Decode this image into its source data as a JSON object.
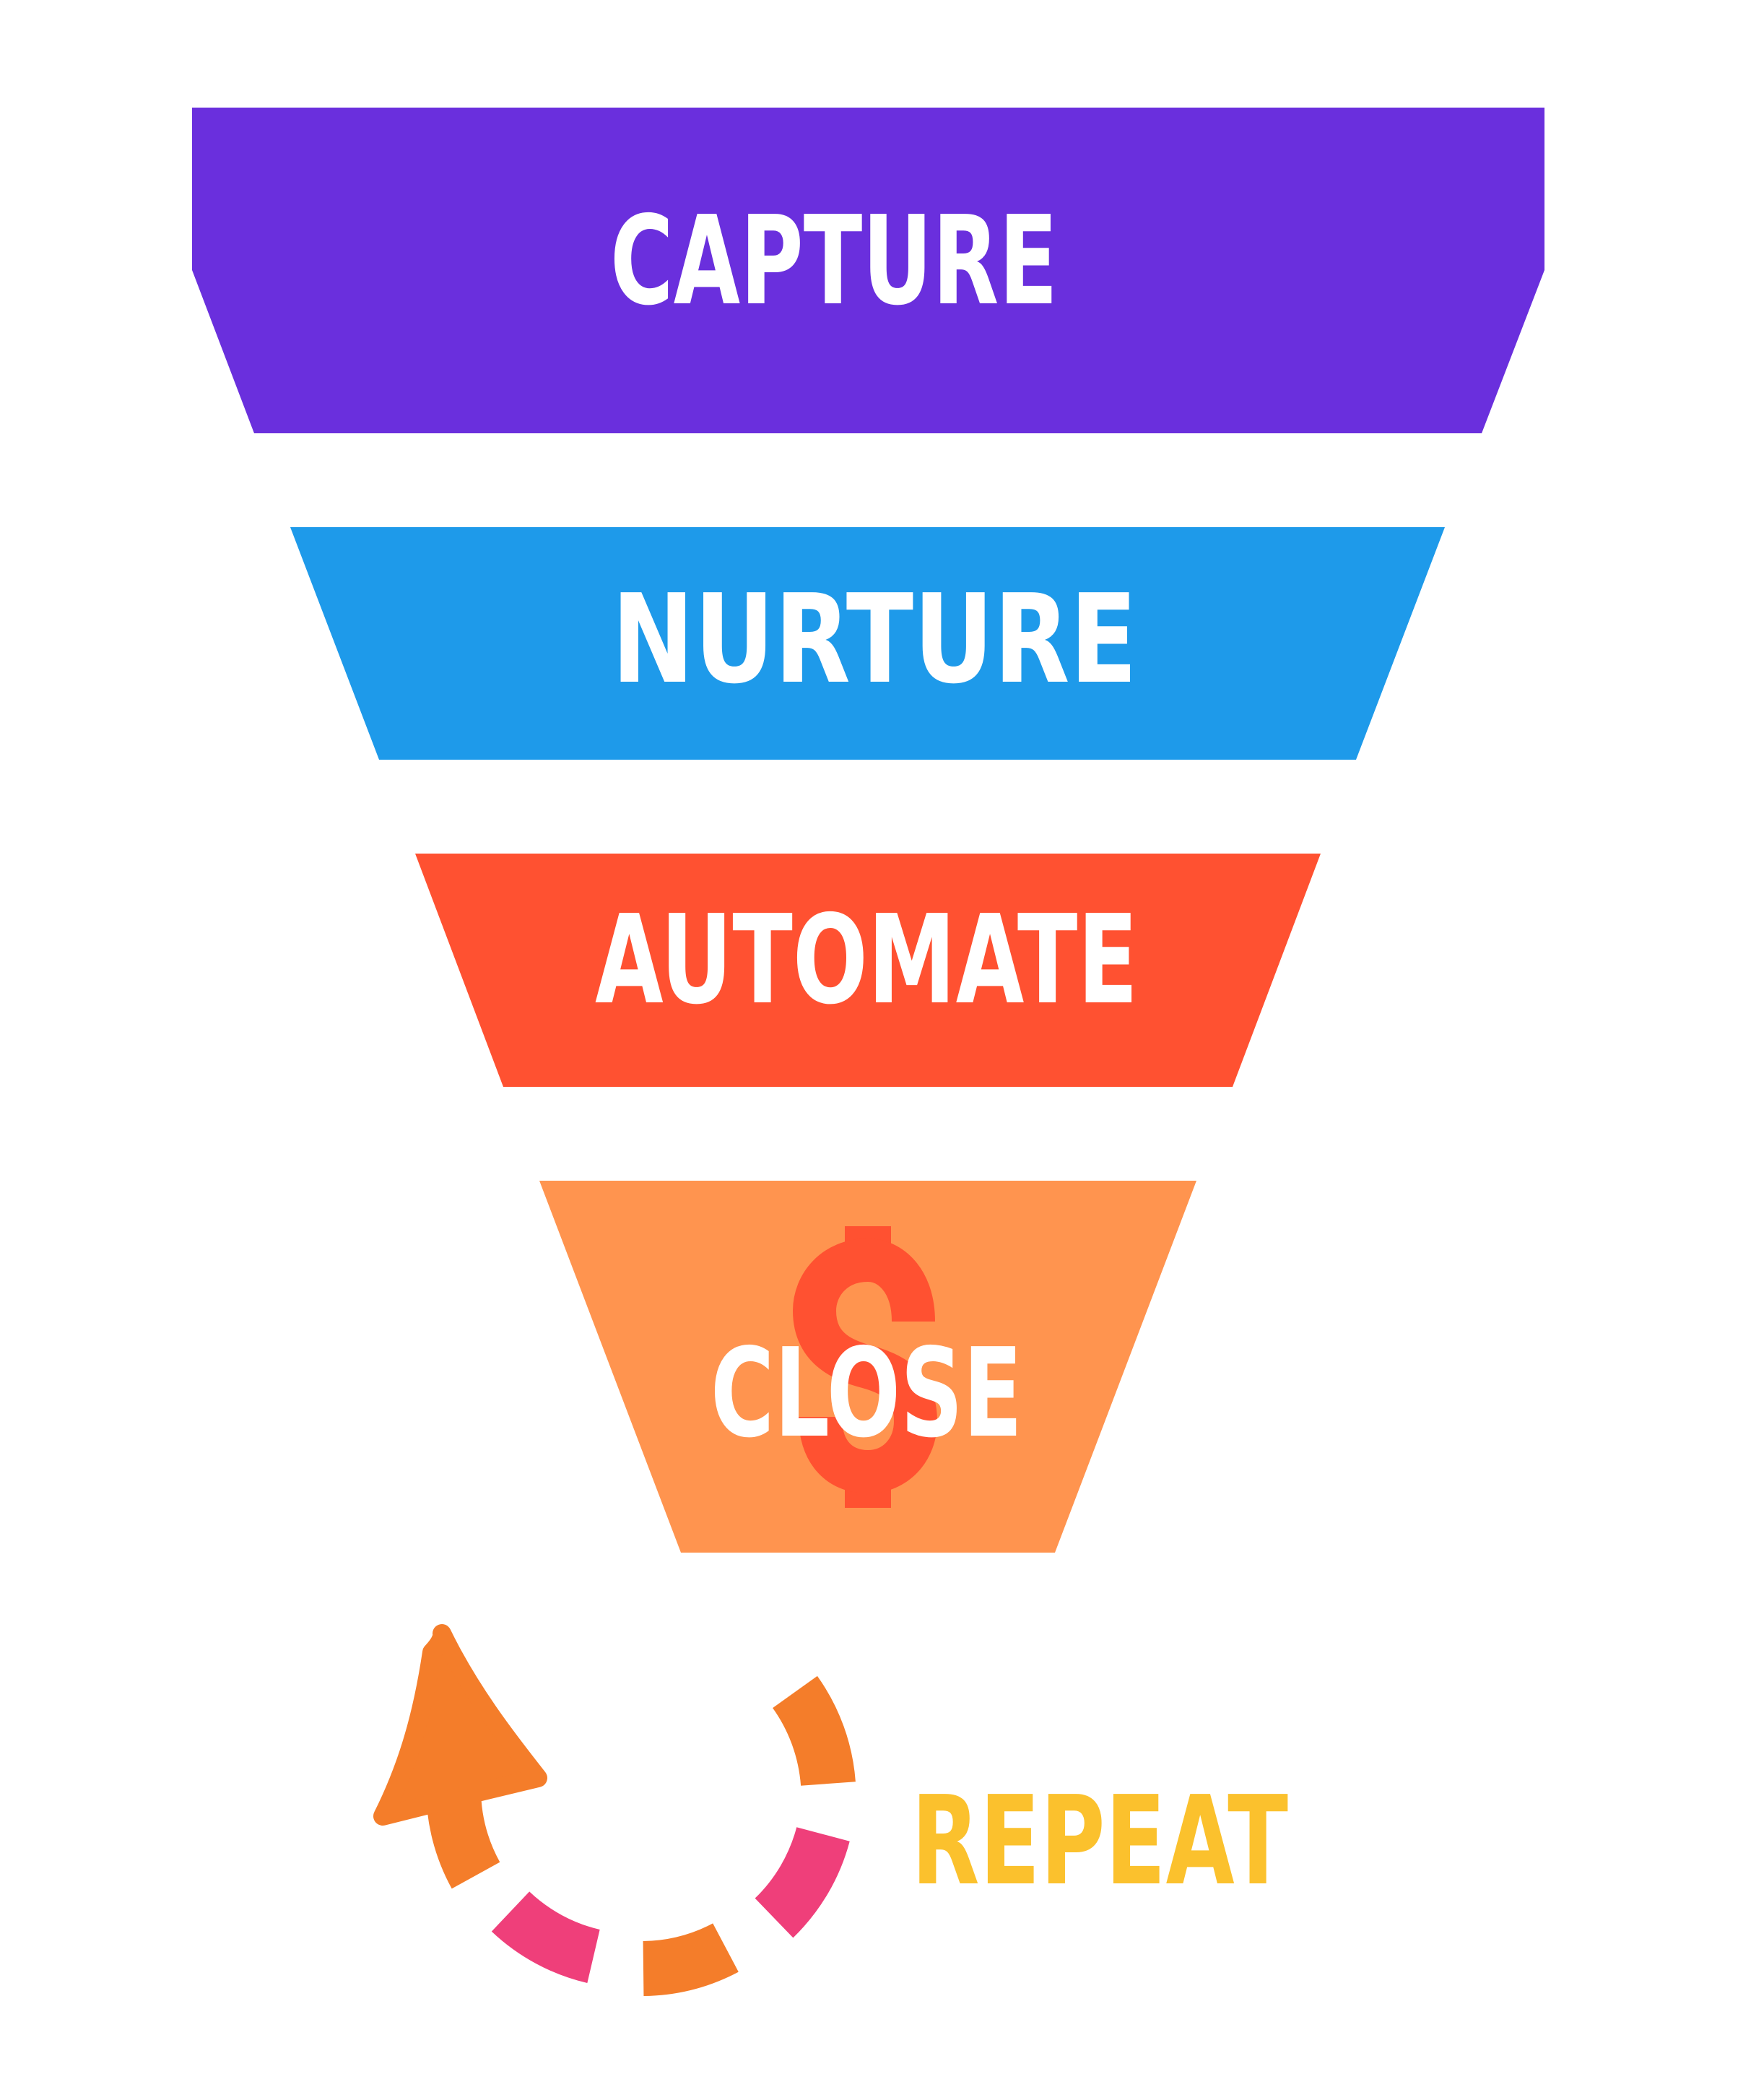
{
  "funnel": {
    "stages": [
      {
        "label": "CAPTURE",
        "color": "#6A2FDD"
      },
      {
        "label": "NURTURE",
        "color": "#1E9AEA"
      },
      {
        "label": "AUTOMATE",
        "color": "#FF5131"
      },
      {
        "label": "CLOSE",
        "color": "#FF944F"
      }
    ],
    "dollar_icon": {
      "name": "dollar-sign-icon",
      "color": "#FF5131"
    }
  },
  "repeat": {
    "label": "REPEAT",
    "label_color": "#FBC12D",
    "arrow_icon": "circular-arrow-icon",
    "segment_colors": [
      "#F47D2A",
      "#EF3F7A"
    ]
  }
}
